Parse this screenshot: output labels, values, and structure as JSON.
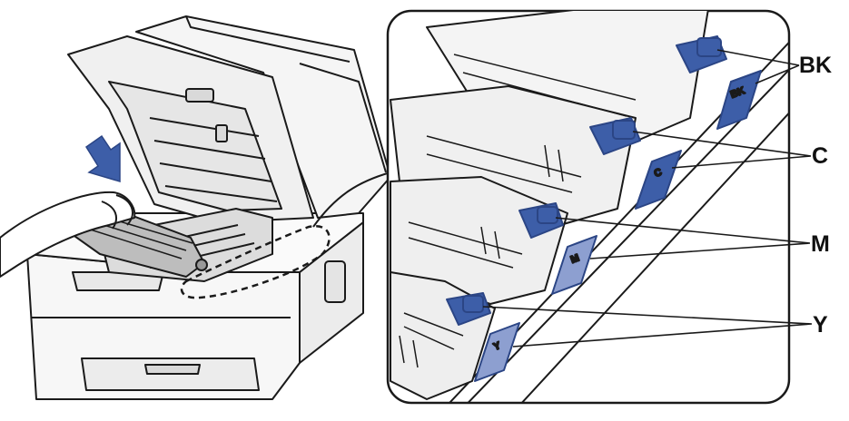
{
  "colors": {
    "line": "#1a1a1a",
    "fill_light": "#f2f2f2",
    "fill_mid": "#d9d9d9",
    "accent_blue": "#3d5ea8",
    "accent_blue_dark": "#2b4585",
    "background": "#ffffff"
  },
  "callouts": {
    "bk": "BK",
    "c": "C",
    "m": "M",
    "y": "Y"
  },
  "tabs": {
    "bk": "BK",
    "c": "C",
    "m": "M",
    "y": "Y"
  }
}
